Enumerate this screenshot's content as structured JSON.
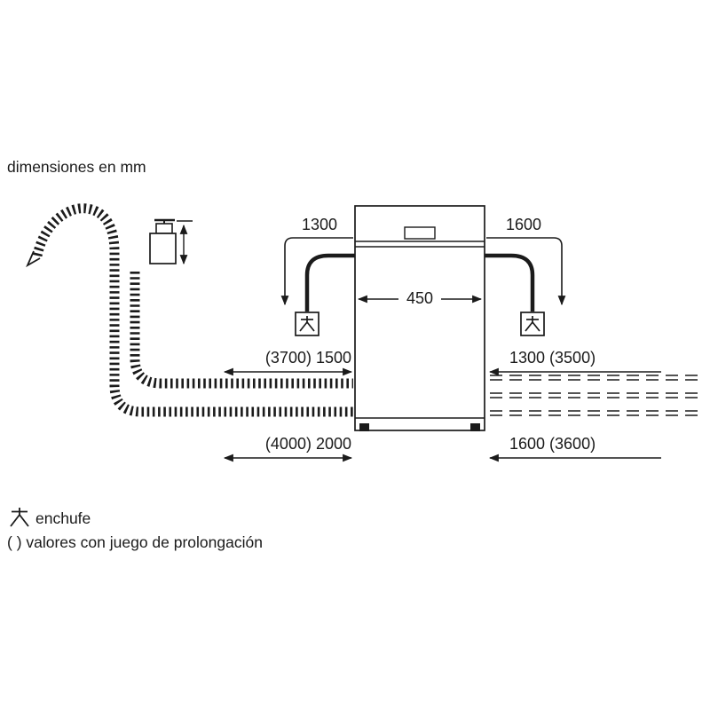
{
  "title": "dimensiones en mm",
  "diagram": {
    "appliance": {
      "width_label": "450"
    },
    "cords": {
      "left_label": "1300",
      "right_label": "1600"
    },
    "hoses": {
      "upper_left_label": "(3700) 1500",
      "lower_left_label": "(4000) 2000",
      "upper_right_label": "1300 (3500)",
      "lower_right_label": "1600 (3600)"
    }
  },
  "legend": {
    "plug_symbol_label": "enchufe",
    "parentheses_note": "( ) valores con juego de prolongación"
  },
  "colors": {
    "line": "#1b1b1b",
    "background": "#ffffff"
  }
}
